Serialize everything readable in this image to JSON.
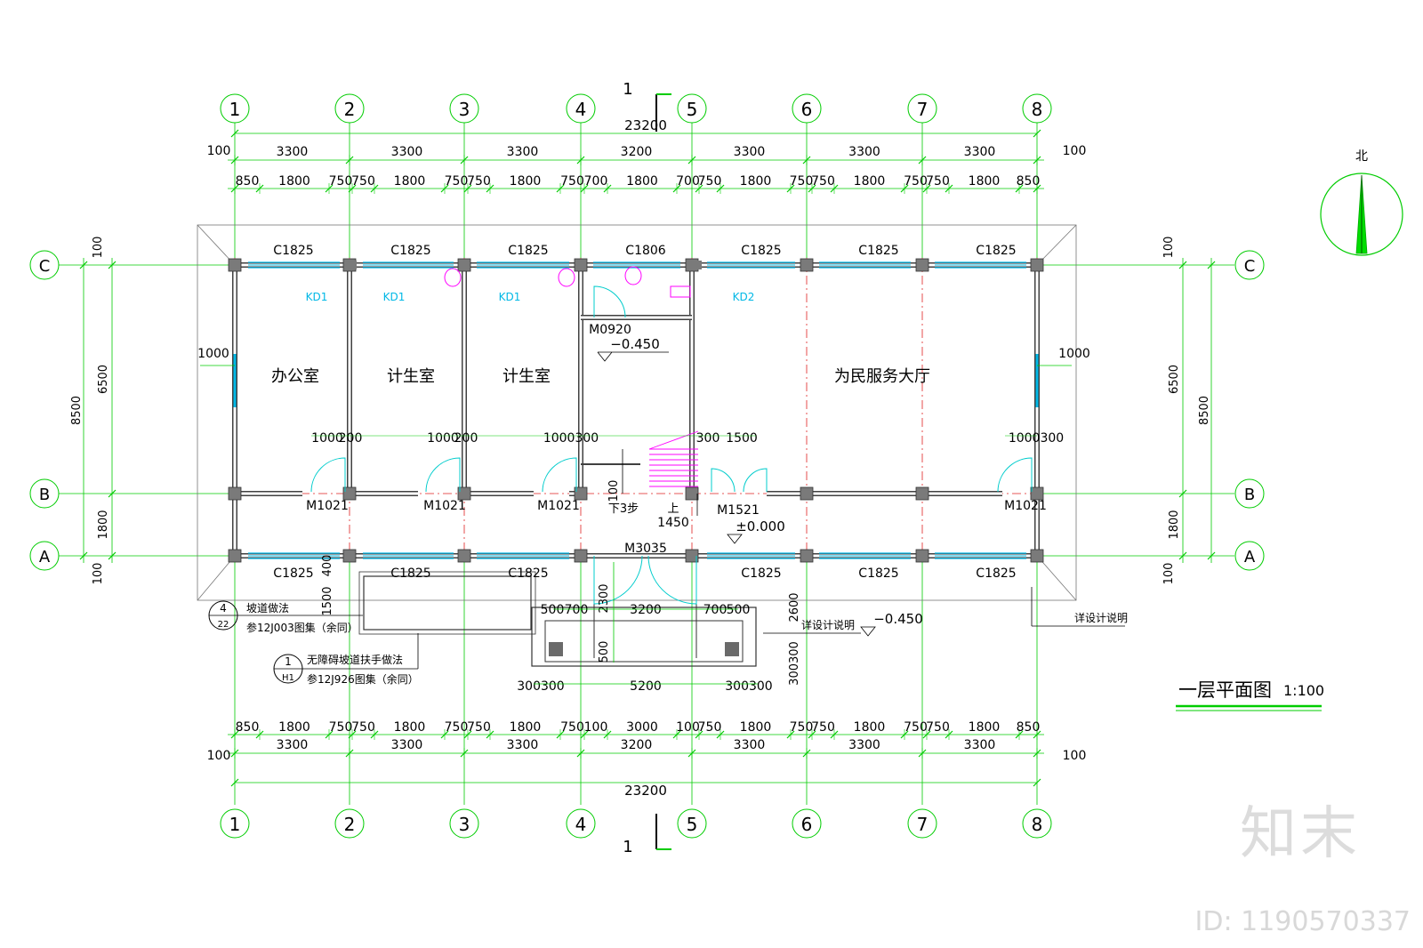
{
  "grid": {
    "columns": [
      "1",
      "2",
      "3",
      "4",
      "5",
      "6",
      "7",
      "8"
    ],
    "rows": [
      "C",
      "B",
      "A"
    ]
  },
  "section_mark": "1",
  "dims": {
    "overall": "23200",
    "overall_bottom": "23200",
    "edge": "100",
    "bays": [
      "3300",
      "3300",
      "3300",
      "3200",
      "3300",
      "3300",
      "3300"
    ],
    "top_sub": [
      "850",
      "1800",
      "750",
      "750",
      "1800",
      "750",
      "750",
      "1800",
      "750",
      "700",
      "1800",
      "700",
      "750",
      "1800",
      "750",
      "750",
      "1800",
      "750",
      "750",
      "1800",
      "850"
    ],
    "bottom_sub": [
      "850",
      "1800",
      "750",
      "750",
      "1800",
      "750",
      "750",
      "1800",
      "750",
      "100",
      "3000",
      "100",
      "750",
      "1800",
      "750",
      "750",
      "1800",
      "750",
      "750",
      "1800",
      "850"
    ],
    "left_total": "8500",
    "left_upper": "6500",
    "left_lower": "1800",
    "left_edge_top": "100",
    "left_edge_bottom": "100",
    "right_total": "8500",
    "right_upper": "6500",
    "right_lower": "1800",
    "right_edge_top": "100",
    "right_edge_bottom": "100",
    "porch_2300": "2300",
    "porch_500a": "500",
    "porch_700a": "700",
    "porch_3200": "3200",
    "porch_700b": "700",
    "porch_500b": "500",
    "porch_500v": "500",
    "porch_300300a": "300300",
    "porch_5200": "5200",
    "porch_300300b": "300300",
    "ramp_400": "400",
    "ramp_1500": "1500",
    "right_2600": "2600",
    "right_300300": "300300",
    "door_1000a": "1000",
    "door_200a": "200",
    "door_1000b": "1000",
    "door_200b": "200",
    "door_1000300a": "1000300",
    "door_300": "300",
    "door_1500": "1500",
    "door_1000300b": "1000300",
    "side_1000_left": "1000",
    "side_1000_right": "1000",
    "stair_1450": "1450",
    "stair_100": "100"
  },
  "windows": {
    "top": [
      "C1825",
      "C1825",
      "C1825",
      "C1806",
      "C1825",
      "C1825",
      "C1825"
    ],
    "bottom": [
      "C1825",
      "C1825",
      "C1825",
      "C1825",
      "C1825",
      "C1825"
    ]
  },
  "doors": {
    "m1021_1": "M1021",
    "m1021_2": "M1021",
    "m1021_3": "M1021",
    "m1021_4": "M1021",
    "m0920": "M0920",
    "m1521": "M1521",
    "m3035": "M3035"
  },
  "vents": [
    "KD1",
    "KD1",
    "KD1",
    "KD2"
  ],
  "rooms": {
    "office": "办公室",
    "family_planning_1": "计生室",
    "family_planning_2": "计生室",
    "service_hall": "为民服务大厅"
  },
  "levels": {
    "toilet": "−0.450",
    "floor": "±0.000",
    "exterior": "−0.450"
  },
  "stair": {
    "down": "下3步",
    "up": "上"
  },
  "notes": {
    "ramp_num": "4",
    "ramp_sheet": "22",
    "ramp_title": "坡道做法",
    "ramp_ref": "参12J003图集（余同）",
    "rail_num": "1",
    "rail_sheet": "H1",
    "rail_title": "无障碍坡道扶手做法",
    "rail_ref": "参12J926图集（余同）",
    "detail_1": "详设计说明",
    "detail_2": "详设计说明"
  },
  "north": "北",
  "drawing_title": "一层平面图",
  "scale": "1:100",
  "watermark": {
    "logo": "知末",
    "id": "ID: 1190570337"
  },
  "colors": {
    "dim_line": "#00cc00",
    "grid_axis": "#e02020",
    "wall": "#404040",
    "window": "#00b8e6",
    "door": "#00cccc",
    "fixture": "#ff00ff",
    "text": "#000000"
  }
}
